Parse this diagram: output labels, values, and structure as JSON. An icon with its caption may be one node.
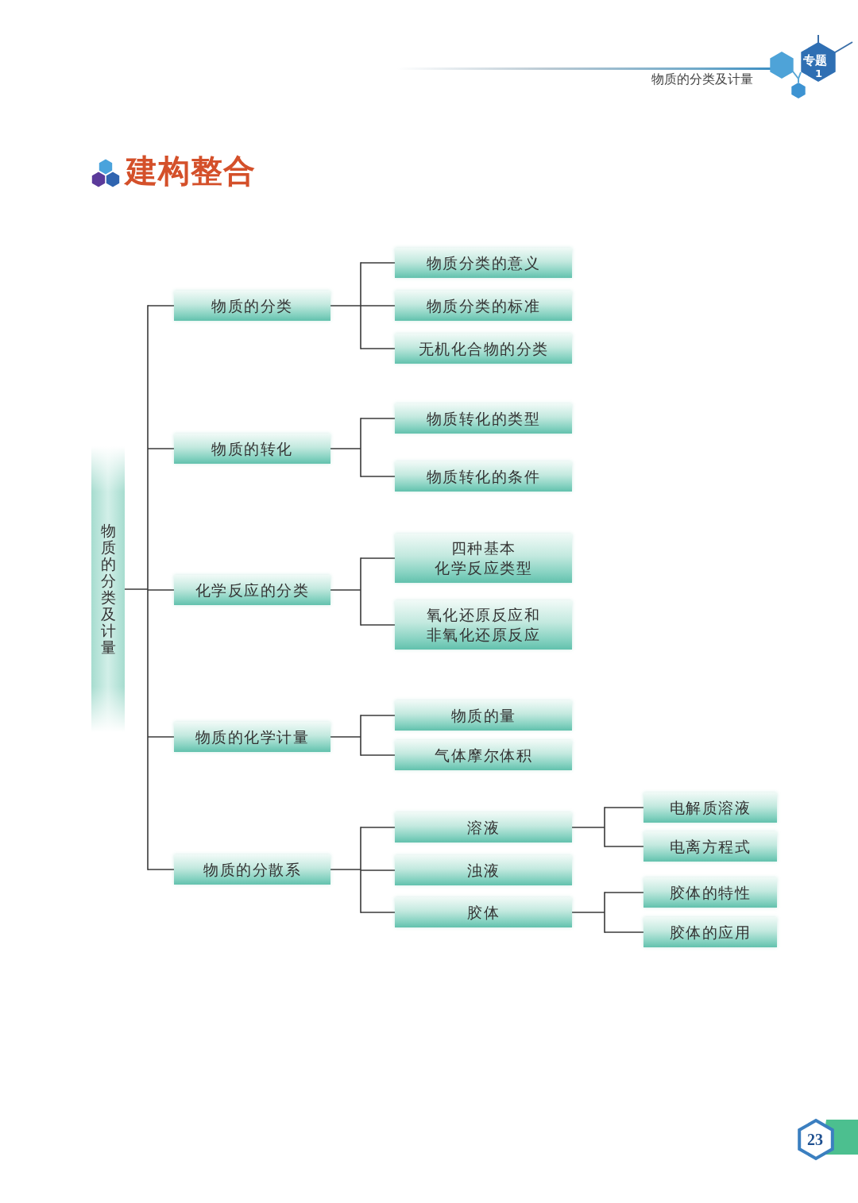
{
  "diagram": {
    "title": "建构整合",
    "nodes": [
      {
        "text": [
          "物质的分类及计量"
        ]
      },
      {
        "text": [
          "物质的分类"
        ]
      },
      {
        "text": [
          "物质分类的意义"
        ]
      },
      {
        "text": [
          "物质分类的标准"
        ]
      },
      {
        "text": [
          "无机化合物的分类"
        ]
      },
      {
        "text": [
          "物质的转化"
        ]
      },
      {
        "text": [
          "物质转化的类型"
        ]
      },
      {
        "text": [
          "物质转化的条件"
        ]
      },
      {
        "text": [
          "化学反应的分类"
        ]
      },
      {
        "text": [
          "四种基本化学反应类型"
        ]
      },
      {
        "text": [
          "氧化还原反应和非氧化还原反应"
        ]
      },
      {
        "text": [
          "物质的化学计量"
        ]
      },
      {
        "text": [
          "物质的量"
        ]
      },
      {
        "text": [
          "气体摩尔体积"
        ]
      },
      {
        "text": [
          "物质的分散系"
        ]
      },
      {
        "text": [
          "溶液"
        ]
      },
      {
        "text": [
          "电解质溶液"
        ]
      },
      {
        "text": [
          "电离方程式"
        ]
      },
      {
        "text": [
          "浊液"
        ]
      },
      {
        "text": [
          "胶体"
        ]
      },
      {
        "text": [
          "胶体的特性"
        ]
      },
      {
        "text": [
          "胶体的应用"
        ]
      }
    ],
    "edges": [
      {
        "from": 0,
        "to": 1,
        "arrow": "none"
      },
      {
        "from": 0,
        "to": 5,
        "arrow": "none"
      },
      {
        "from": 0,
        "to": 8,
        "arrow": "none"
      },
      {
        "from": 0,
        "to": 11,
        "arrow": "none"
      },
      {
        "from": 0,
        "to": 14,
        "arrow": "none"
      },
      {
        "from": 1,
        "to": 2,
        "arrow": "none"
      },
      {
        "from": 1,
        "to": 3,
        "arrow": "none"
      },
      {
        "from": 1,
        "to": 4,
        "arrow": "none"
      },
      {
        "from": 5,
        "to": 6,
        "arrow": "none"
      },
      {
        "from": 5,
        "to": 7,
        "arrow": "none"
      },
      {
        "from": 8,
        "to": 9,
        "arrow": "none"
      },
      {
        "from": 8,
        "to": 10,
        "arrow": "none"
      },
      {
        "from": 11,
        "to": 12,
        "arrow": "none"
      },
      {
        "from": 11,
        "to": 13,
        "arrow": "none"
      },
      {
        "from": 14,
        "to": 15,
        "arrow": "none"
      },
      {
        "from": 14,
        "to": 18,
        "arrow": "none"
      },
      {
        "from": 14,
        "to": 19,
        "arrow": "none"
      },
      {
        "from": 15,
        "to": 16,
        "arrow": "none"
      },
      {
        "from": 15,
        "to": 17,
        "arrow": "none"
      },
      {
        "from": 19,
        "to": 20,
        "arrow": "none"
      },
      {
        "from": 19,
        "to": 21,
        "arrow": "none"
      }
    ],
    "labels": [
      "专题",
      "1",
      "物质的分类及计量",
      "23"
    ]
  }
}
